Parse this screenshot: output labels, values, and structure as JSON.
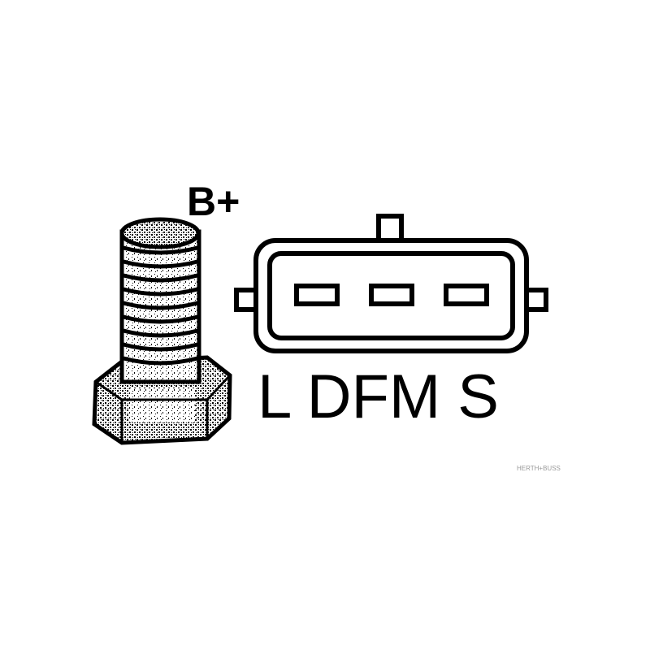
{
  "terminal": {
    "label": "B+"
  },
  "connector": {
    "pins_label": "L DFM S",
    "pin_count": 3
  },
  "watermark": {
    "text": "HERTH+BUSS"
  },
  "colors": {
    "ink": "#000000",
    "background": "#ffffff",
    "watermark": "#9a9a9a"
  }
}
